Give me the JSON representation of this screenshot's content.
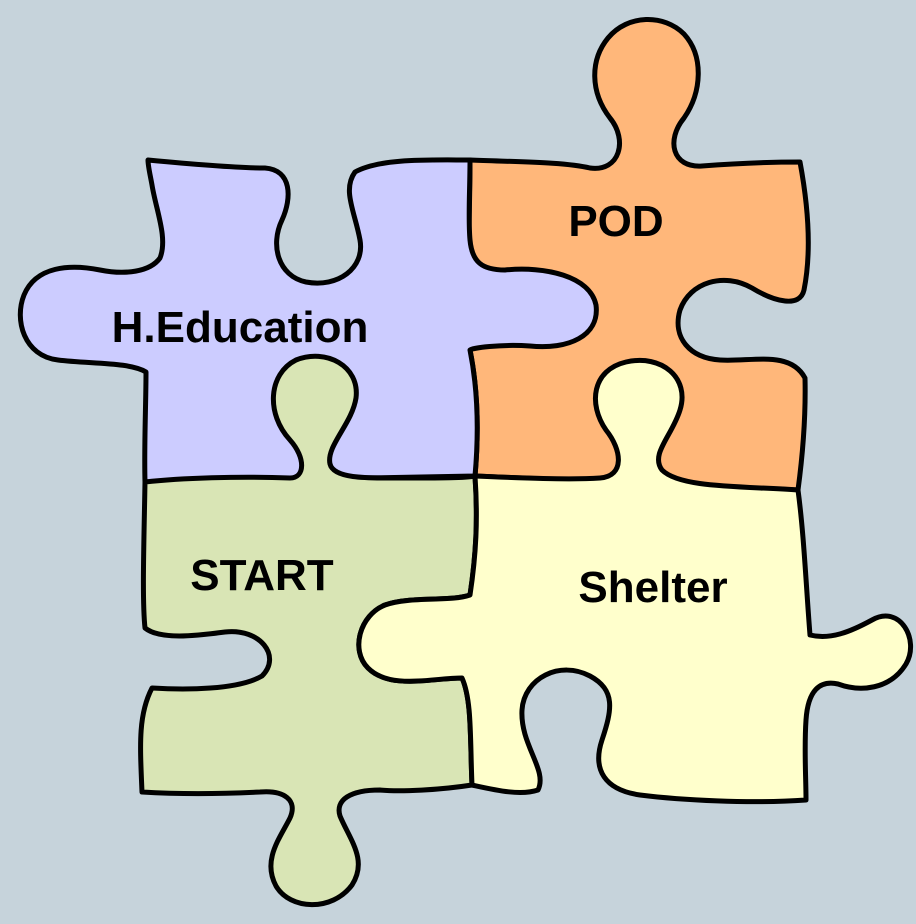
{
  "background_color": "#c6d3db",
  "outline_color": "#000000",
  "pieces": {
    "heducation": {
      "label": "H.Education",
      "color": "#ccccff"
    },
    "pod": {
      "label": "POD",
      "color": "#ffb77a"
    },
    "start": {
      "label": "START",
      "color": "#d9e5b5"
    },
    "shelter": {
      "label": "Shelter",
      "color": "#ffffcc"
    }
  }
}
